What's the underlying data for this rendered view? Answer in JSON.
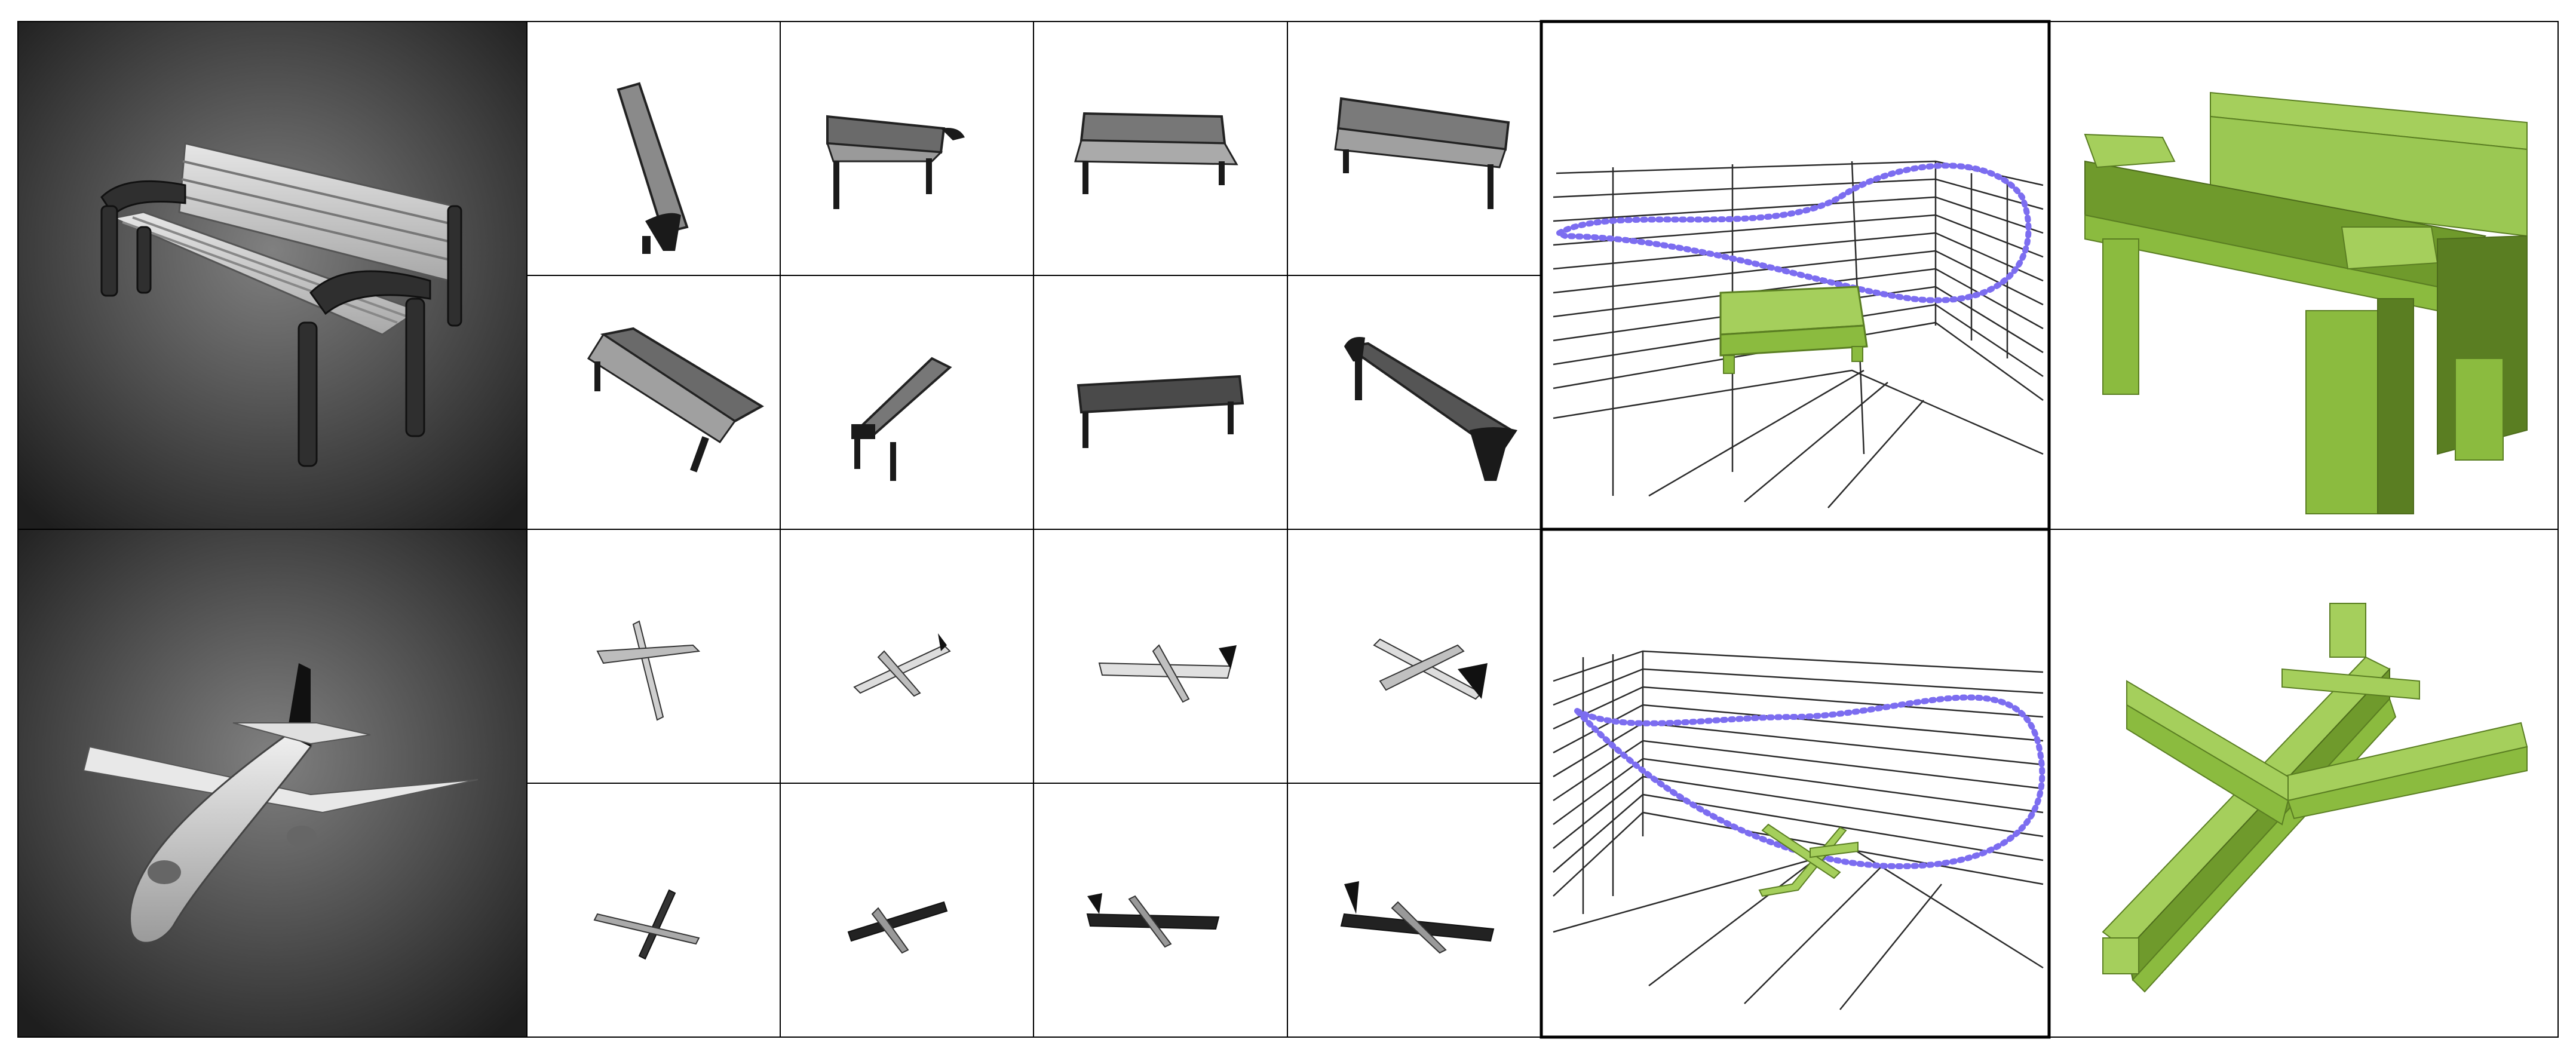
{
  "figure": {
    "rows": [
      {
        "object": "bench",
        "source_view": "rendered-bench-model",
        "view_grid": [
          "bench-view-1",
          "bench-view-2",
          "bench-view-3",
          "bench-view-4",
          "bench-view-5",
          "bench-view-6",
          "bench-view-7",
          "bench-view-8"
        ],
        "trajectory_panel": "camera-trajectory-around-bench",
        "voxel_panel": "bench-voxel-reconstruction"
      },
      {
        "object": "airplane",
        "source_view": "rendered-airplane-model",
        "view_grid": [
          "airplane-view-1",
          "airplane-view-2",
          "airplane-view-3",
          "airplane-view-4",
          "airplane-view-5",
          "airplane-view-6",
          "airplane-view-7",
          "airplane-view-8"
        ],
        "trajectory_panel": "camera-trajectory-around-airplane",
        "voxel_panel": "airplane-voxel-reconstruction"
      }
    ],
    "colors": {
      "border": "#000000",
      "gridline": "#2a2a2a",
      "dark_bg_center": "#7a7a7a",
      "dark_bg_edge": "#1e1e1e",
      "model_light": "#d8d8d8",
      "model_dark": "#2a2a2a",
      "voxel_top": "#a5cf5c",
      "voxel_front": "#8bbb3f",
      "voxel_side": "#5a7e22",
      "trajectory": "#7c6df0",
      "trajectory_dot": "#e07aa0"
    }
  }
}
